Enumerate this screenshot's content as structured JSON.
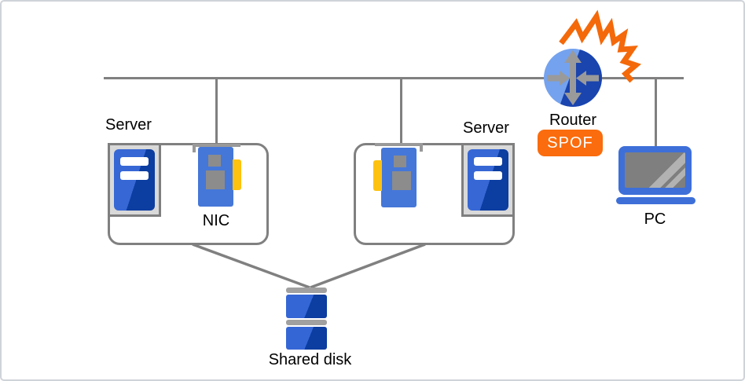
{
  "diagram": {
    "type": "network-architecture",
    "nodes": {
      "server_left": {
        "label": "Server"
      },
      "server_right": {
        "label": "Server"
      },
      "nic": {
        "label": "NIC"
      },
      "router": {
        "label": "Router"
      },
      "router_badge": {
        "label": "SPOF"
      },
      "pc": {
        "label": "PC"
      },
      "shared_disk": {
        "label": "Shared disk"
      }
    },
    "colors": {
      "connector_gray": "#808080",
      "bracket_gray": "#999999",
      "icon_frame_gray": "#d9d9d9",
      "chip_gray": "#8c8c8c",
      "disk_bar_gray": "#a0a0a0",
      "blue_light": "#3767d5",
      "blue_dark": "#0c3da0",
      "nic_card_blue": "#4577d8",
      "router_light_blue": "#74a2ee",
      "router_dark_blue": "#1a44ae",
      "laptop_blue": "#3e6fd9",
      "connector_yellow": "#fdc20f",
      "explosion_orange": "#f4690a",
      "spof_badge_orange": "#fa6c0d",
      "text_color": "#000000"
    }
  }
}
